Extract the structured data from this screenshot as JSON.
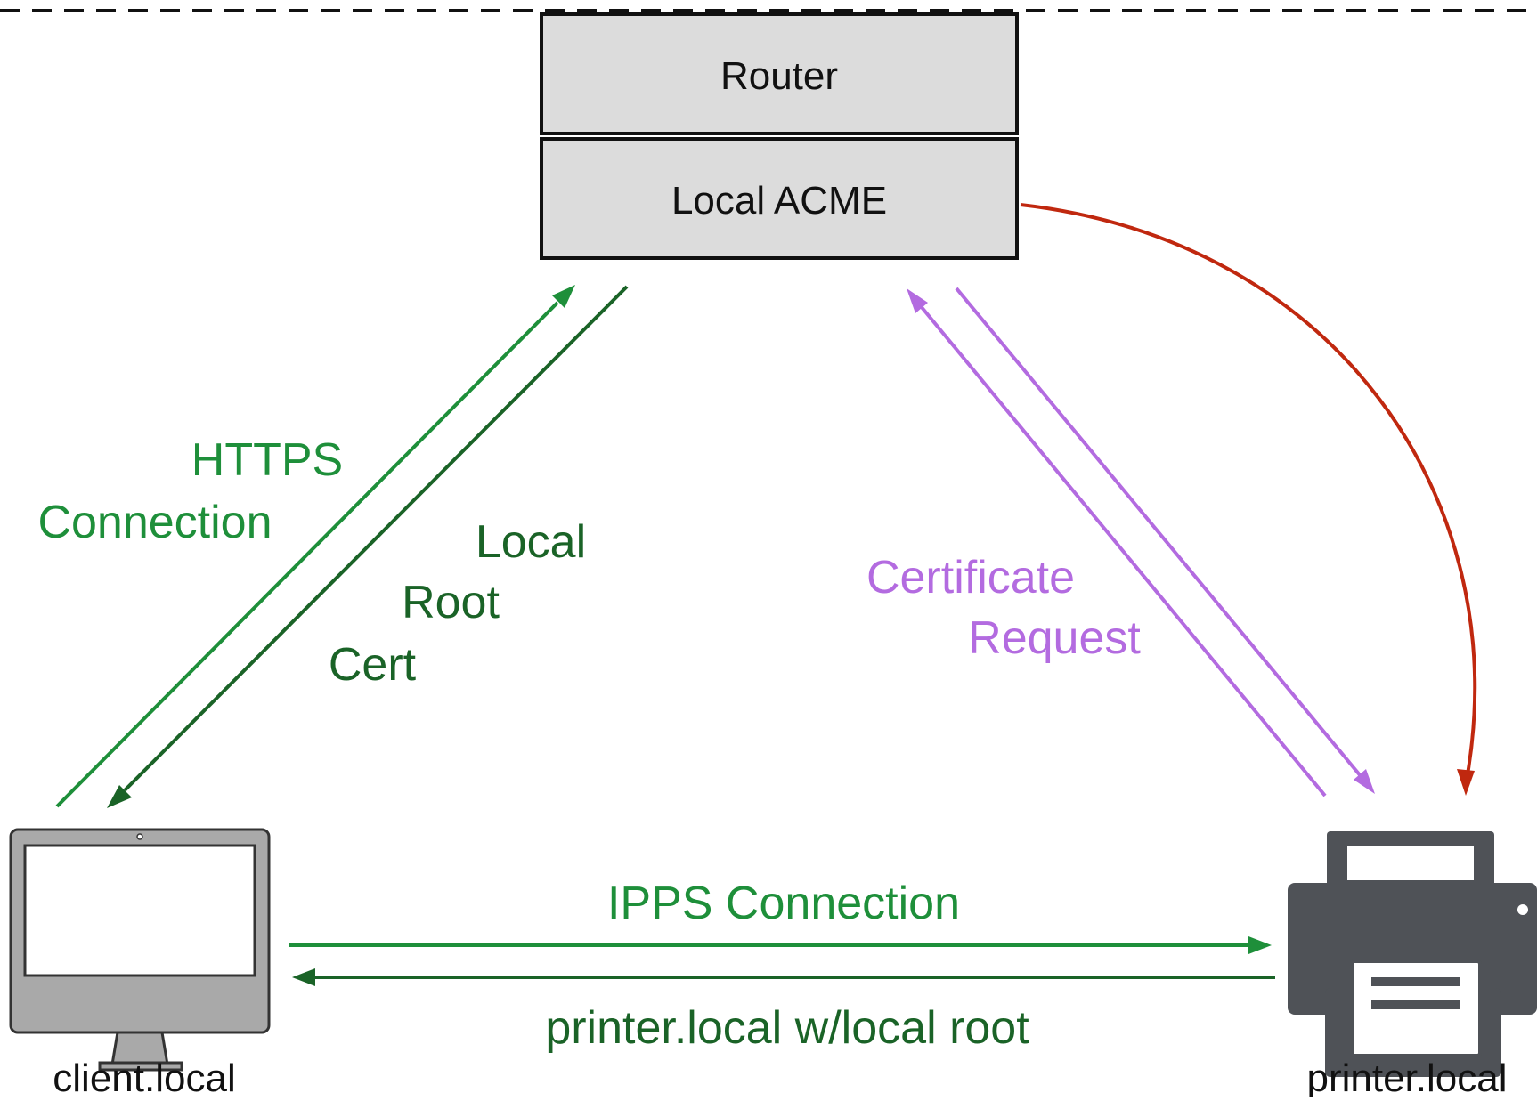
{
  "nodes": {
    "router": {
      "label": "Router"
    },
    "acme": {
      "label": "Local ACME"
    },
    "client": {
      "label": "client.local",
      "icon": "monitor-icon"
    },
    "printer": {
      "label": "printer.local",
      "icon": "printer-icon"
    }
  },
  "edges": {
    "https": {
      "label_line1": "HTTPS",
      "label_line2": "Connection",
      "color": "#1e8f3a"
    },
    "root_cert": {
      "label_line1": "Local",
      "label_line2": "Root",
      "label_line3": "Cert",
      "color": "#1a6327"
    },
    "cert_request": {
      "label_line1": "Certificate",
      "label_line2": "Request",
      "color": "#b36be0"
    },
    "acme_to_printer": {
      "color": "#c0280f"
    },
    "ipps": {
      "label": "IPPS Connection",
      "color": "#1e8f3a"
    },
    "printer_root": {
      "label": "printer.local w/local root",
      "color": "#1a6327"
    }
  },
  "colors": {
    "box_fill": "#dcdcdc",
    "box_stroke": "#111111",
    "monitor_gray": "#a9a9a9",
    "printer_gray": "#4f5257",
    "boundary": "#111111"
  }
}
